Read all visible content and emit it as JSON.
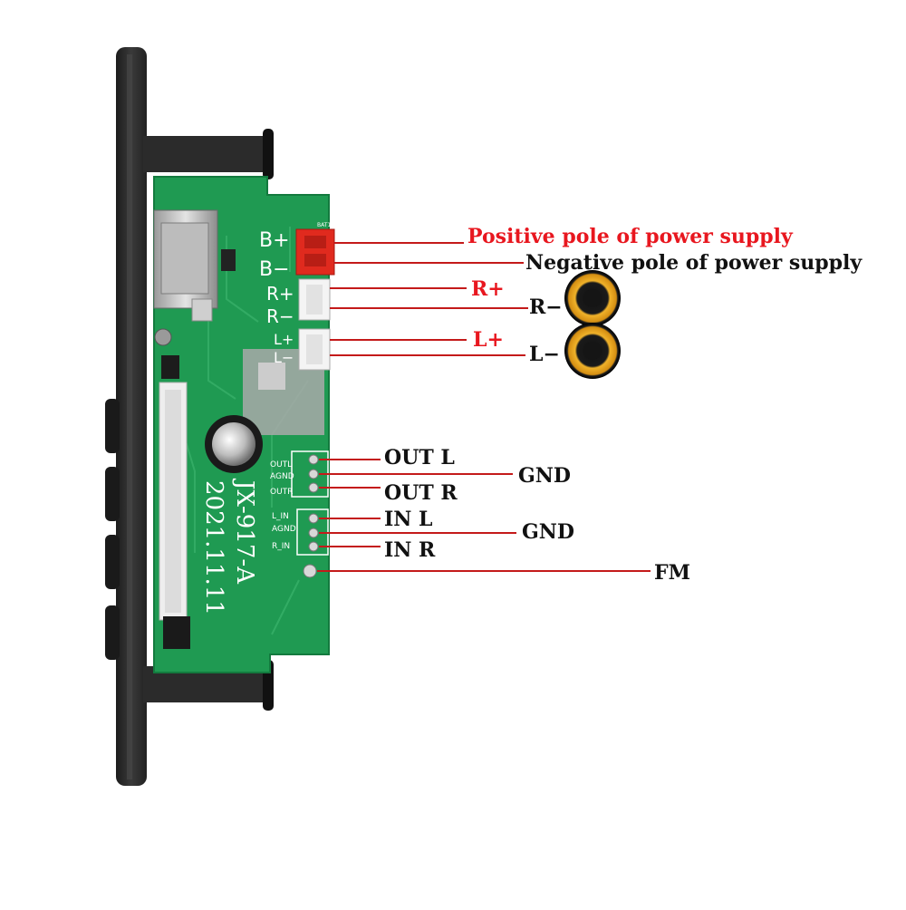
{
  "board": {
    "silkscreen": {
      "b_plus": "B+",
      "b_minus": "B−",
      "r_plus": "R+",
      "r_minus": "R−",
      "l_plus": "L+",
      "l_minus": "L−",
      "outl": "OUTL",
      "agnd_1": "AGND",
      "outr": "OUTR",
      "l_in": "L_IN",
      "agnd_2": "AGND",
      "r_in": "R_IN",
      "model": "JX-917-A",
      "date": "2021.11.11",
      "bat_ref": "BAT1"
    }
  },
  "labels": {
    "positive_pole": "Positive pole of power supply",
    "negative_pole": "Negative pole of power supply",
    "r_plus": "R+",
    "r_minus": "R−",
    "l_plus": "L+",
    "l_minus": "L−",
    "out_l": "OUT L",
    "gnd_out": "GND",
    "out_r": "OUT R",
    "in_l": "IN L",
    "gnd_in": "GND",
    "in_r": "IN R",
    "fm": "FM"
  },
  "colors": {
    "pcb_green": "#1f9a52",
    "panel_black": "#2a2a2a",
    "label_red": "#e8171f",
    "leader_red": "#c41a1a",
    "connector_red": "#e02a1e",
    "speaker_gold": "#e6a21c"
  },
  "icons": {
    "speaker_right": "speaker-icon",
    "speaker_left": "speaker-icon"
  }
}
